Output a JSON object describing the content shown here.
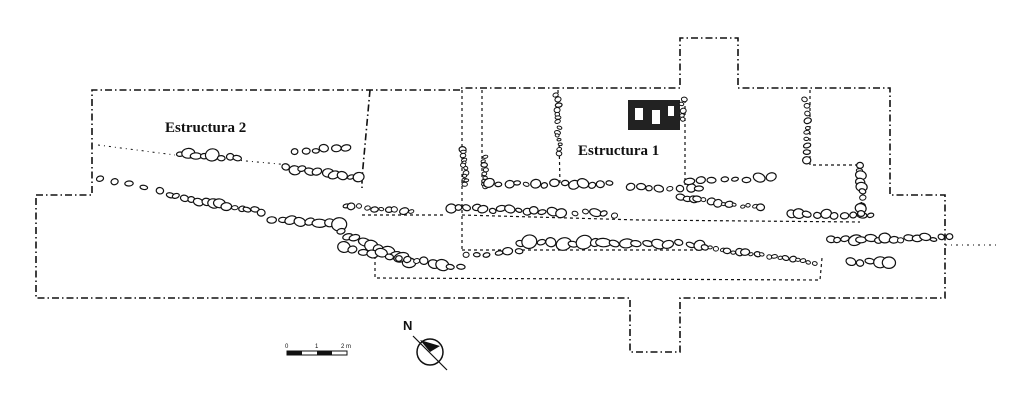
{
  "labels": {
    "structure_2": "Estructura 2",
    "structure_1": "Estructura 1"
  },
  "scale_bar": {
    "tick_0": "0",
    "tick_1": "1",
    "tick_2": "2 m"
  },
  "north_arrow": {
    "letter": "N"
  },
  "colors": {
    "ink": "#111111",
    "background": "#ffffff"
  }
}
